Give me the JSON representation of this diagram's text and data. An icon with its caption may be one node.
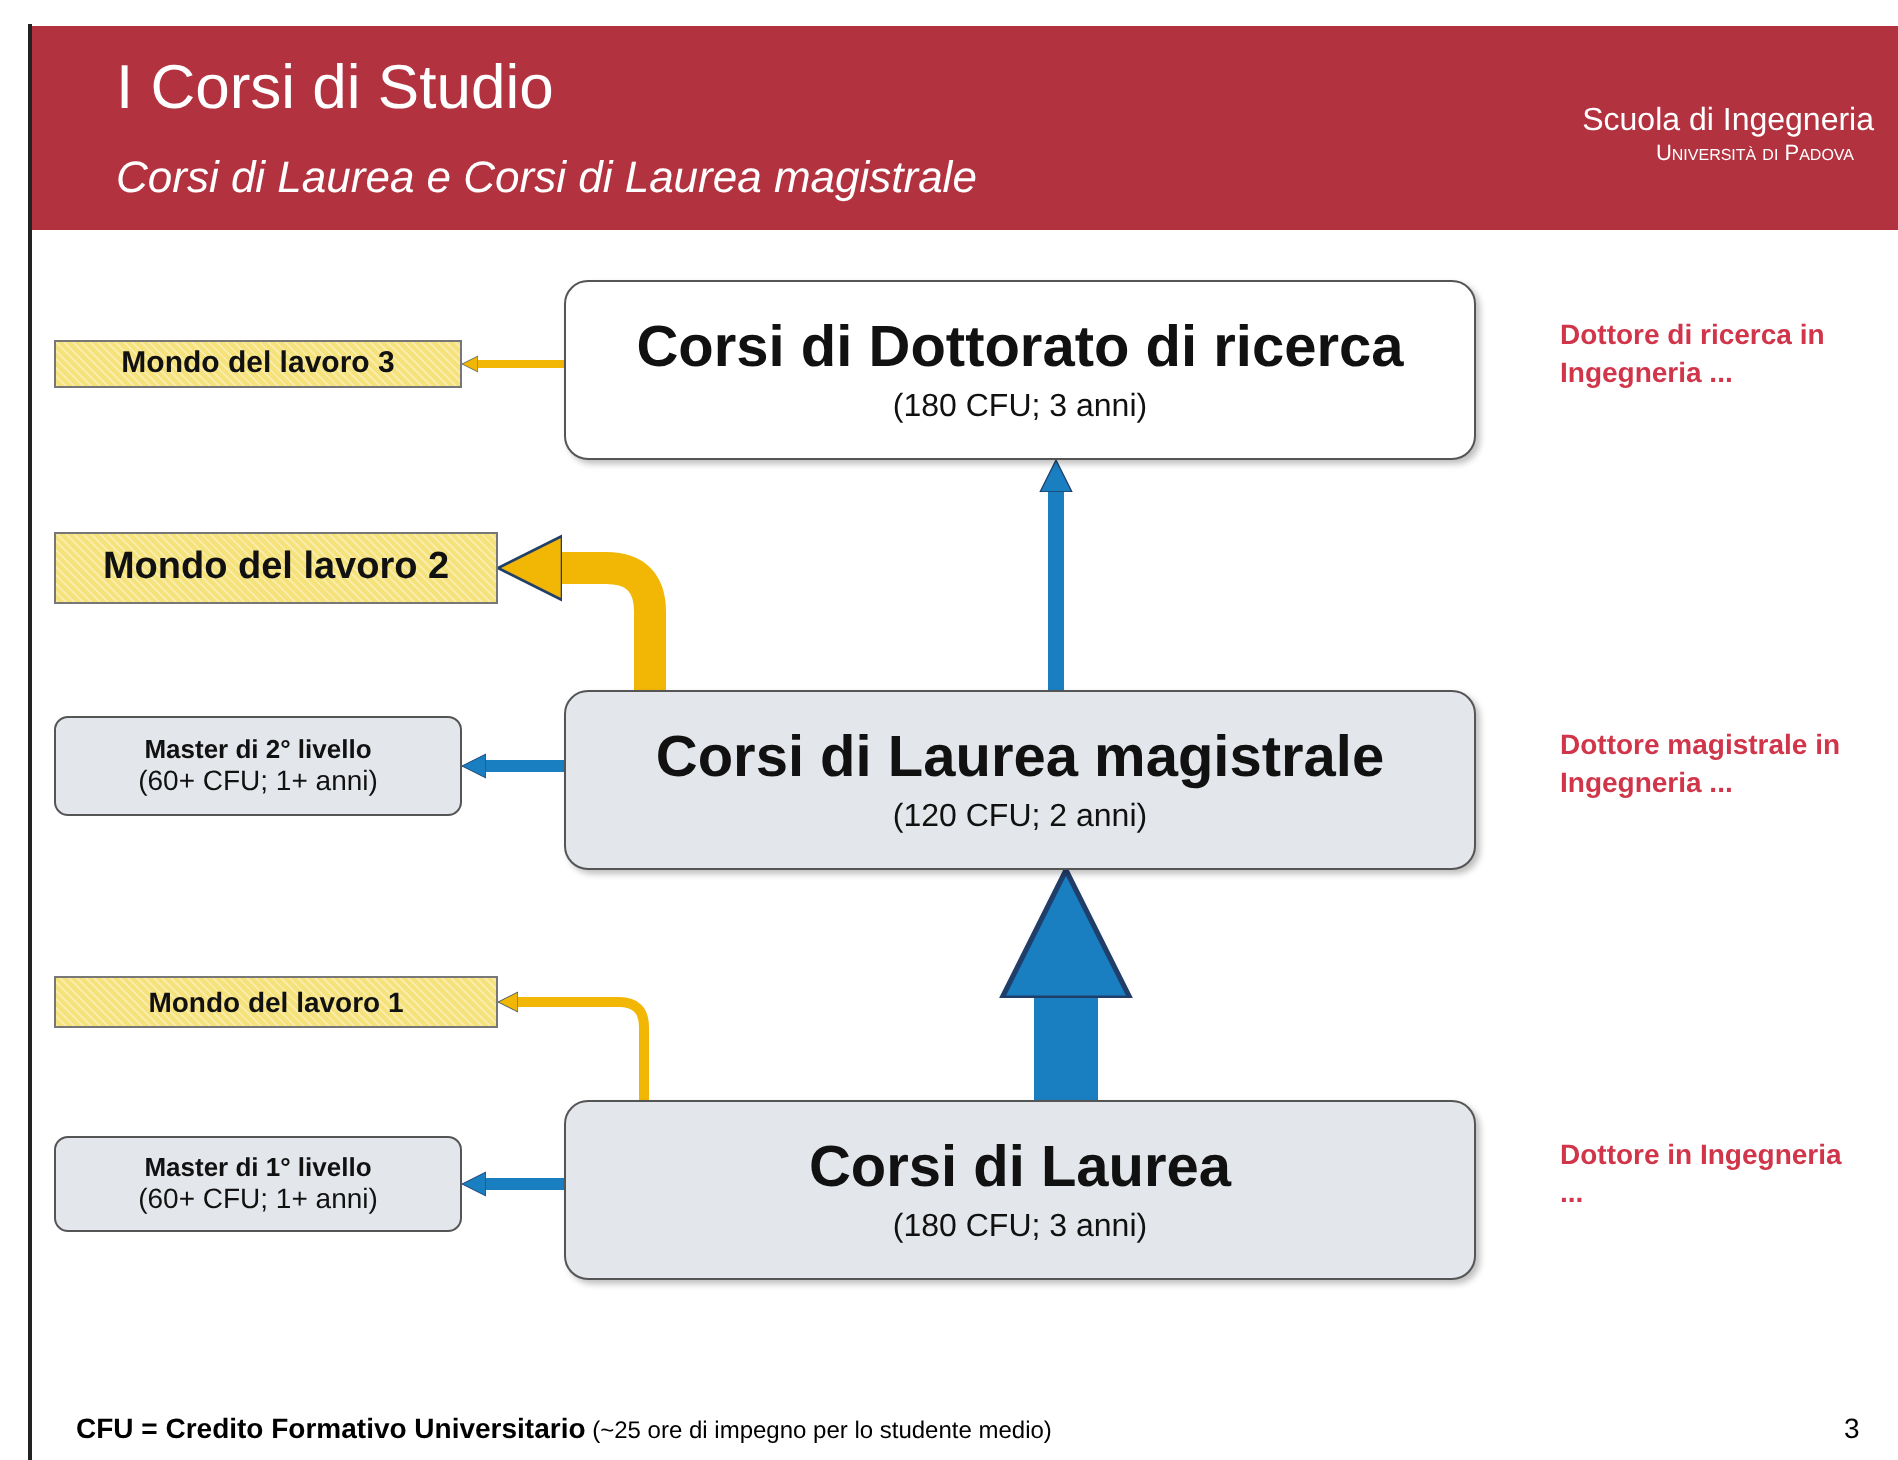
{
  "diagram": {
    "title": "I Corsi di Studio",
    "nodes": [
      {
        "text": [
          "Corsi di Dottorato di ricerca",
          "(180 CFU; 3 anni)"
        ],
        "beside": [
          "Dottore di ricerca in Ingegneria ..."
        ]
      },
      {
        "text": [
          "Mondo del lavoro 3"
        ]
      },
      {
        "text": [
          "Mondo del lavoro 2"
        ]
      },
      {
        "text": [
          "Corsi di Laurea magistrale",
          "(120 CFU; 2 anni)"
        ],
        "beside": [
          "Dottore magistrale in Ingegneria ..."
        ]
      },
      {
        "text": [
          "Master di 2° livello",
          "(60+ CFU; 1+ anni)"
        ]
      },
      {
        "text": [
          "Mondo del lavoro 1"
        ]
      },
      {
        "text": [
          "Corsi di Laurea",
          "(180 CFU; 3 anni)"
        ],
        "beside": [
          "Dottore in Ingegneria ..."
        ]
      },
      {
        "text": [
          "Master di 1° livello",
          "(60+ CFU; 1+ anni)"
        ]
      }
    ],
    "edges": [
      {
        "from": 0,
        "to": 1,
        "arrow": "to",
        "color": "#f2b705"
      },
      {
        "from": 3,
        "to": 2,
        "arrow": "to",
        "style": "thick",
        "color": "#f2b705"
      },
      {
        "from": 3,
        "to": 0,
        "arrow": "to"
      },
      {
        "from": 3,
        "to": 4,
        "arrow": "to"
      },
      {
        "from": 6,
        "to": 3,
        "arrow": "to",
        "style": "thick"
      },
      {
        "from": 6,
        "to": 5,
        "arrow": "to",
        "color": "#f2b705"
      },
      {
        "from": 6,
        "to": 7,
        "arrow": "to"
      }
    ],
    "labels": [
      "Corsi di Laurea e Corsi di Laurea magistrale",
      "Scuola di Ingegneria",
      "Università di Padova",
      "**CFU = Credito Formativo Universitario** (~25 ore di impegno per lo studente medio)",
      "3"
    ]
  }
}
